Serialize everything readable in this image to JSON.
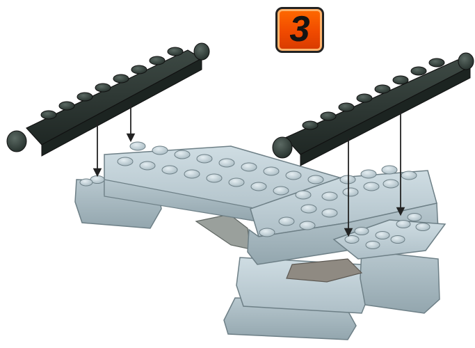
{
  "instruction_step": {
    "step_number": "3"
  },
  "colors": {
    "light_bluish_gray": "#aebfc7",
    "dark_gray_plate": "#2f3a36",
    "tan_plate": "#8f8a82",
    "step_badge_orange": "#f04a00"
  },
  "parts": [
    {
      "name": "plate-1x10-with-rod-left",
      "color": "dark gray"
    },
    {
      "name": "plate-1x10-with-rod-right",
      "color": "dark gray"
    }
  ]
}
